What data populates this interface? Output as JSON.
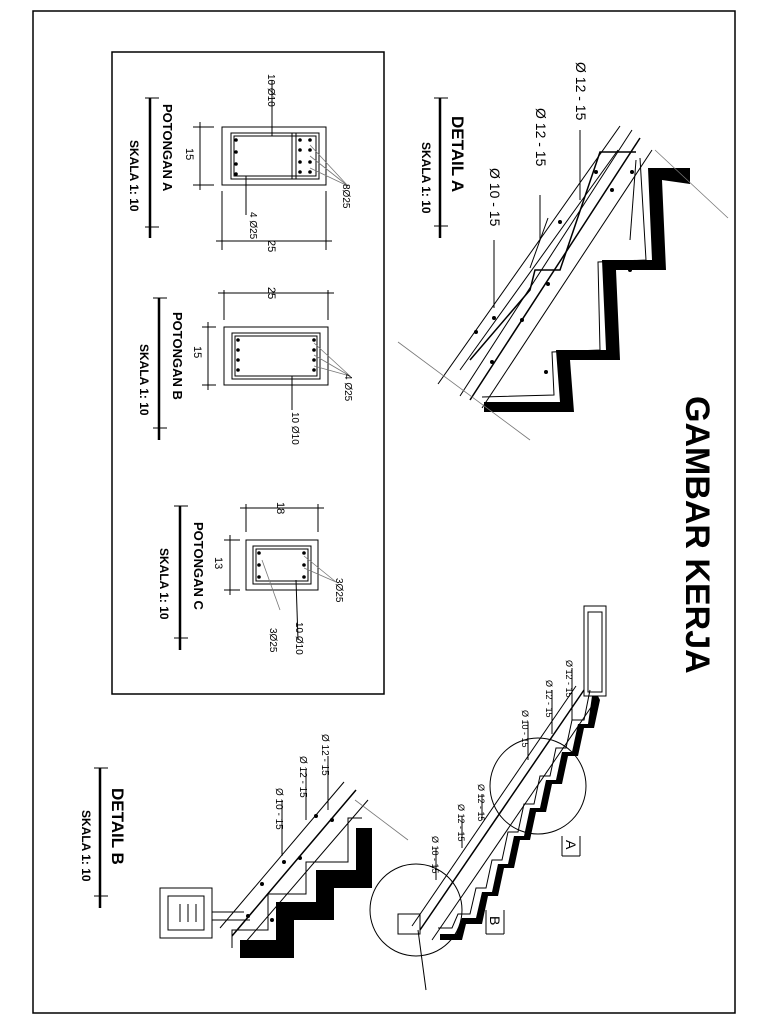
{
  "sheet_title": "GAMBAR KERJA",
  "detail_a": {
    "title": "DETAIL A",
    "scale": "SKALA 1: 10",
    "labels": [
      "Ø 12 - 15",
      "Ø 12 - 15",
      "Ø 10 - 15"
    ]
  },
  "detail_b": {
    "title": "DETAIL B",
    "scale": "SKALA 1: 10",
    "labels": [
      "Ø 12 - 15",
      "Ø 12 - 15",
      "Ø 10 - 15"
    ]
  },
  "section_a": {
    "title": "POTONGAN A",
    "scale": "SKALA 1: 10",
    "top_bar": "10 Ø10",
    "side_bar": "8Ø25",
    "bottom_bar": "4 Ø25",
    "dim_h": "15",
    "dim_w": "25"
  },
  "section_b": {
    "title": "POTONGAN B",
    "scale": "SKALA 1: 10",
    "side_bar": "4 Ø25",
    "stirrup": "10 Ø10",
    "dim_h": "15",
    "dim_w": "25"
  },
  "section_c": {
    "title": "POTONGAN C",
    "scale": "SKALA 1: 10",
    "side_bar": "3Ø25",
    "bottom_bar": "3Ø25",
    "stirrup": "10 Ø10",
    "dim_h": "13",
    "dim_w": "18"
  },
  "stair_elevation": {
    "labels": [
      "Ø 12 - 15",
      "Ø 12 - 15",
      "Ø 10 - 15",
      "Ø 12 - 15",
      "Ø 12 - 15",
      "Ø 10 - 15"
    ],
    "marker_a": "A",
    "marker_b": "B"
  }
}
